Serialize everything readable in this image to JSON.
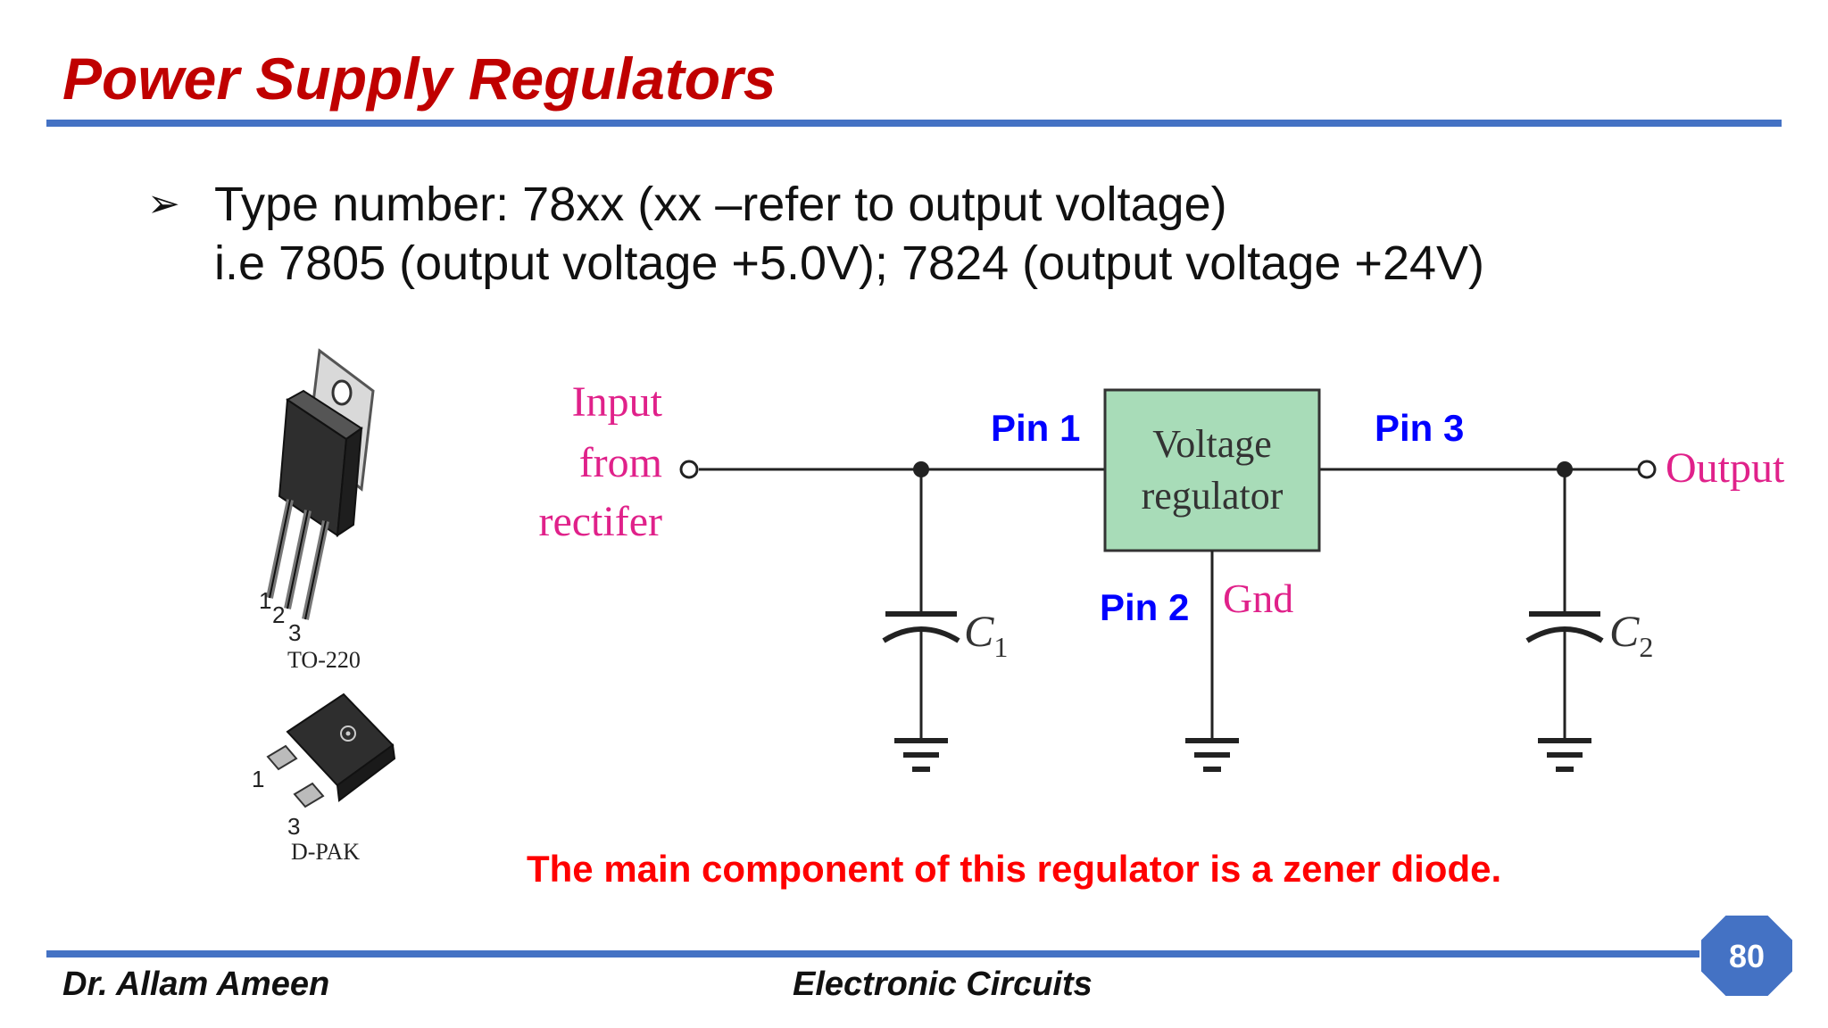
{
  "slide": {
    "title": "Power Supply Regulators",
    "bullet_icon": "arrowhead-bullet-icon",
    "bullet_line1": "Type number: 78xx (xx –refer to output voltage)",
    "bullet_line2": "i.e 7805 (output voltage +5.0V); 7824 (output voltage +24V)",
    "note": "The main component of this regulator is a zener diode."
  },
  "packages": {
    "to220": {
      "label": "TO-220",
      "pins": [
        "1",
        "2",
        "3"
      ]
    },
    "dpak": {
      "label": "D-PAK",
      "pins": [
        "1",
        "3"
      ]
    }
  },
  "circuit": {
    "input_label": [
      "Input",
      "from",
      "rectifer"
    ],
    "output_label": "Output",
    "regulator_box": [
      "Voltage",
      "regulator"
    ],
    "pin1": "Pin 1",
    "pin2": "Pin 2",
    "pin3": "Pin 3",
    "gnd": "Gnd",
    "c1": {
      "letter": "C",
      "sub": "1"
    },
    "c2": {
      "letter": "C",
      "sub": "2"
    }
  },
  "footer": {
    "author": "Dr. Allam Ameen",
    "course": "Electronic Circuits",
    "page_number": "80"
  },
  "colors": {
    "title": "#c00000",
    "rule": "#4472c4",
    "input_output_label": "#e0218a",
    "pin_label": "#0000ff",
    "regulator_fill": "#a8dcb8",
    "note": "#ff0000",
    "badge": "#4472c4"
  }
}
